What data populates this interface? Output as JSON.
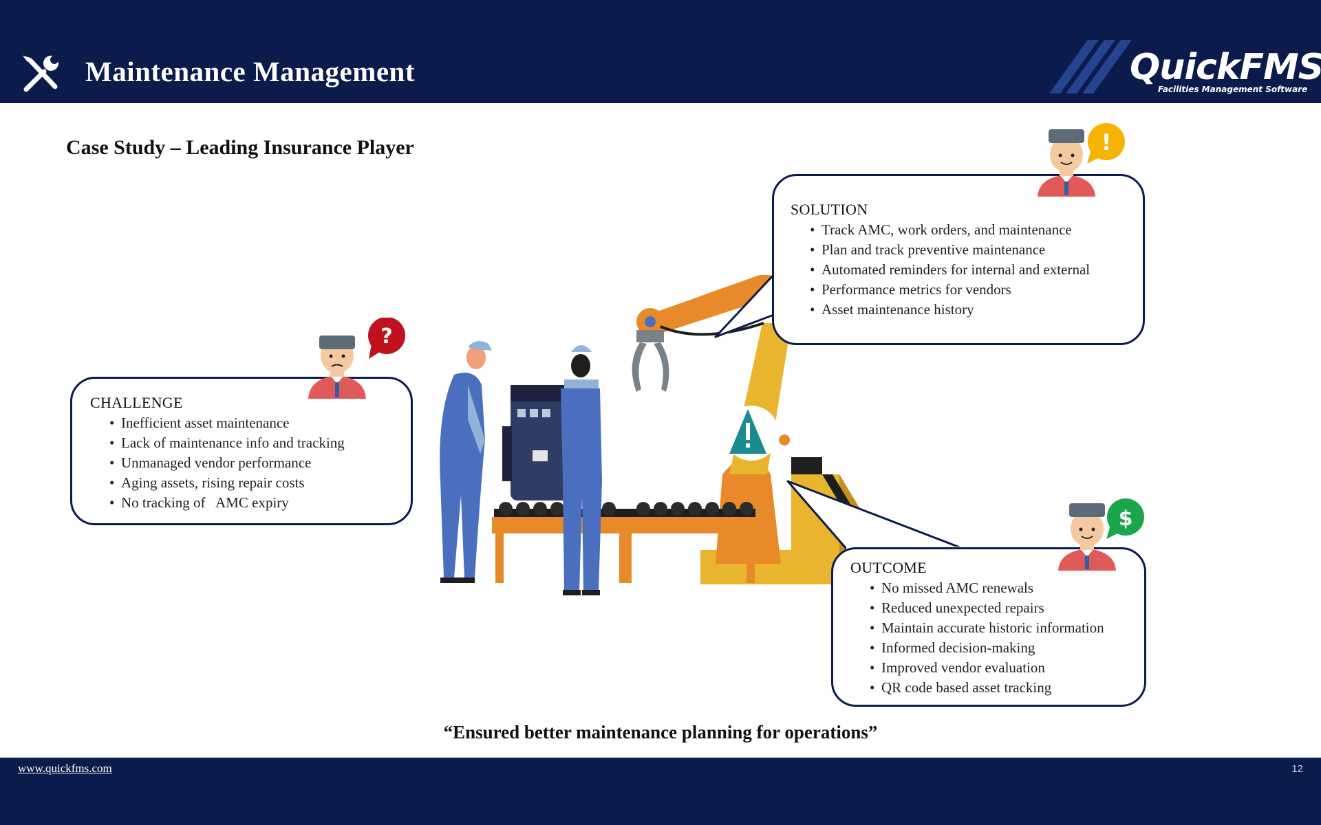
{
  "header": {
    "title": "Maintenance Management",
    "logo_name": "QuickFMS",
    "logo_tagline": "Facilities Management Software",
    "icon": "tools-icon"
  },
  "subtitle": "Case Study – Leading Insurance Player",
  "challenge": {
    "heading": "CHALLENGE",
    "items": [
      "Inefficient asset maintenance",
      "Lack of maintenance info and tracking",
      "Unmanaged vendor performance",
      "Aging assets, rising repair costs",
      "No tracking of   AMC expiry"
    ],
    "badge": "?",
    "badge_color": "#c0111f"
  },
  "solution": {
    "heading": "SOLUTION",
    "items": [
      "Track AMC, work orders, and maintenance",
      "Plan and track preventive maintenance",
      "Automated reminders for internal and external",
      "Performance metrics for vendors",
      "Asset maintenance history"
    ],
    "badge": "!",
    "badge_color": "#f5b400"
  },
  "outcome": {
    "heading": "OUTCOME",
    "items": [
      "No missed AMC renewals",
      "Reduced unexpected repairs",
      "Maintain accurate historic information",
      "Informed decision-making",
      "Improved vendor evaluation",
      "QR code based asset tracking"
    ],
    "badge": "$",
    "badge_color": "#1aa64a"
  },
  "quote": "“Ensured better maintenance planning for operations”",
  "footer": {
    "link": "www.quickfms.com",
    "page": "12"
  },
  "colors": {
    "navy": "#0b1b4b",
    "orange": "#e8892a",
    "yellow": "#e9b52f",
    "overall_blue": "#4a6fbe"
  }
}
